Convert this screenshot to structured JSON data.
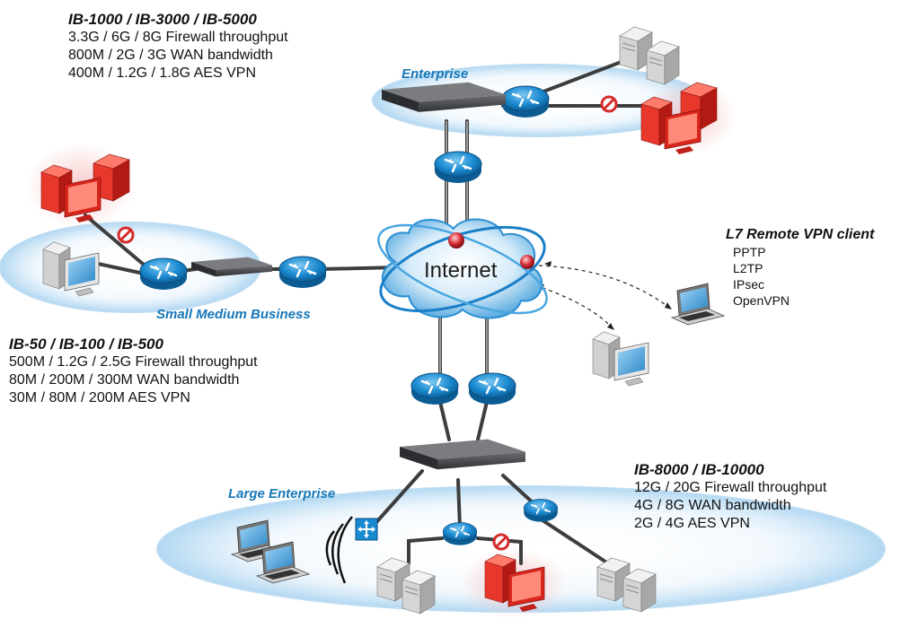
{
  "top_block": {
    "title": "IB-1000 / IB-3000 / IB-5000",
    "lines": [
      "3.3G / 6G / 8G Firewall throughput",
      "800M / 2G / 3G WAN bandwidth",
      "400M / 1.2G / 1.8G AES VPN"
    ]
  },
  "smb_block": {
    "title": "IB-50 / IB-100 / IB-500",
    "lines": [
      "500M / 1.2G / 2.5G Firewall throughput",
      "80M / 200M / 300M WAN bandwidth",
      "30M / 80M / 200M AES VPN"
    ]
  },
  "large_block": {
    "title": "IB-8000 / IB-10000",
    "lines": [
      "12G / 20G Firewall throughput",
      "4G / 8G WAN bandwidth",
      "2G / 4G AES VPN"
    ]
  },
  "vpn_block": {
    "title": "L7 Remote VPN client",
    "protocols": [
      "PPTP",
      "L2TP",
      "IPsec",
      "OpenVPN"
    ]
  },
  "zones": {
    "enterprise": "Enterprise",
    "smb": "Small Medium Business",
    "large": "Large Enterprise"
  },
  "cloud_label": "Internet",
  "colors": {
    "link": "#3d3d3d",
    "router": "#1a8ad0",
    "zone_ring": "#bcdcf2",
    "blocked": "#d52b2b",
    "zone_label": "#1677b8"
  },
  "icons": [
    "router-icon",
    "firewall-appliance-icon",
    "server-icon",
    "pc-icon",
    "laptop-icon",
    "blocked-icon",
    "cloud-icon",
    "access-point-icon",
    "wifi-waves-icon"
  ]
}
